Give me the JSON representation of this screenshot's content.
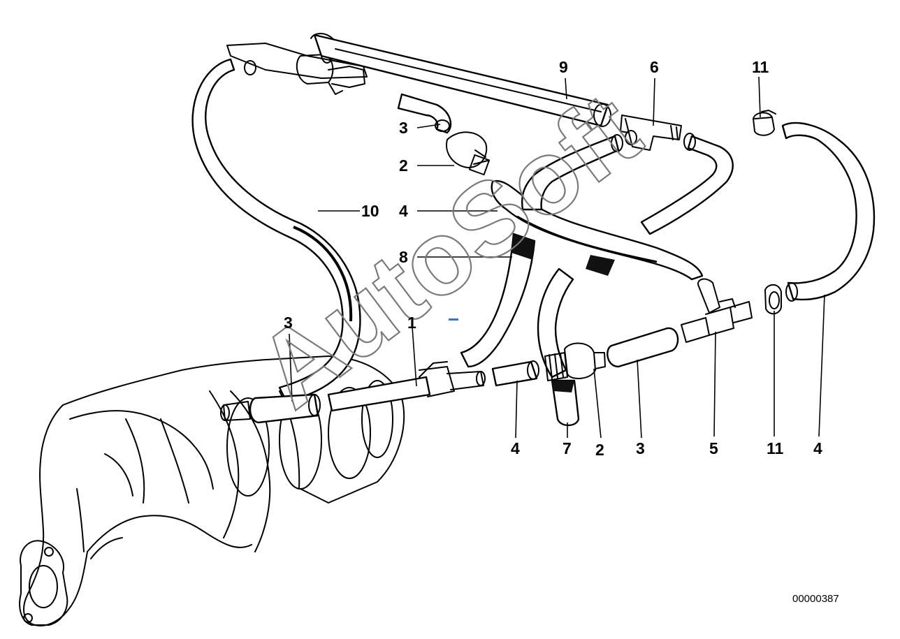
{
  "diagram": {
    "watermark": "AutoSoft",
    "reference_number": "00000387",
    "callouts": [
      {
        "id": "c9",
        "text": "9"
      },
      {
        "id": "c6",
        "text": "6"
      },
      {
        "id": "c11a",
        "text": "11"
      },
      {
        "id": "c3a",
        "text": "3"
      },
      {
        "id": "c2a",
        "text": "2"
      },
      {
        "id": "c10",
        "text": "10"
      },
      {
        "id": "c4a",
        "text": "4"
      },
      {
        "id": "c8",
        "text": "8"
      },
      {
        "id": "c3b",
        "text": "3"
      },
      {
        "id": "c1",
        "text": "1"
      },
      {
        "id": "c4b",
        "text": "4"
      },
      {
        "id": "c7",
        "text": "7"
      },
      {
        "id": "c2b",
        "text": "2"
      },
      {
        "id": "c3c",
        "text": "3"
      },
      {
        "id": "c5",
        "text": "5"
      },
      {
        "id": "c11b",
        "text": "11"
      },
      {
        "id": "c4c",
        "text": "4"
      }
    ]
  }
}
